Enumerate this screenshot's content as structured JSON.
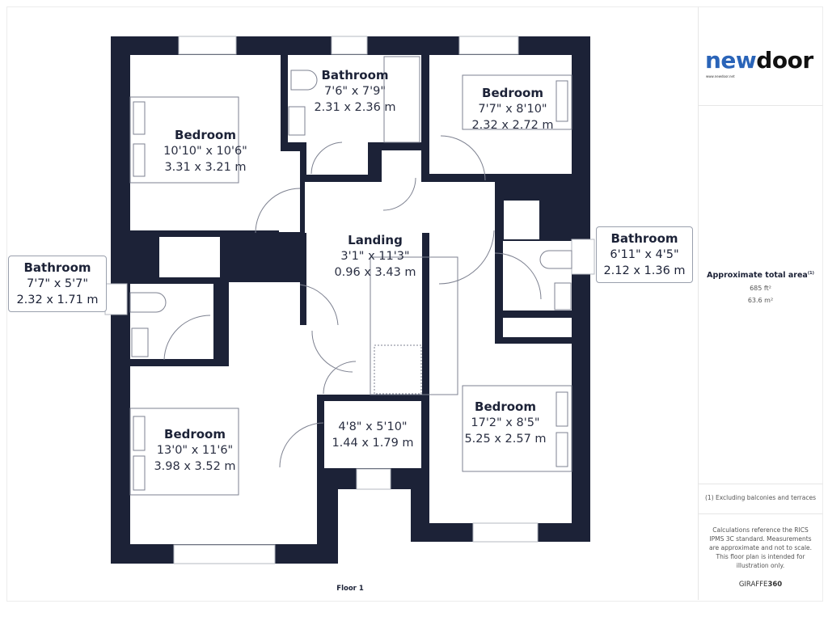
{
  "colors": {
    "wall": "#1c2237",
    "logo_accent": "#2a64b8",
    "logo_dark": "#111111"
  },
  "floor_label": "Floor 1",
  "rooms": {
    "bedroom_tl": {
      "name": "Bedroom",
      "imperial": "10'10\" x 10'6\"",
      "metric": "3.31 x 3.21 m"
    },
    "bathroom_top": {
      "name": "Bathroom",
      "imperial": "7'6\" x 7'9\"",
      "metric": "2.31 x 2.36 m"
    },
    "bedroom_tr": {
      "name": "Bedroom",
      "imperial": "7'7\" x 8'10\"",
      "metric": "2.32 x 2.72 m"
    },
    "landing": {
      "name": "Landing",
      "imperial": "3'1\" x 11'3\"",
      "metric": "0.96 x 3.43 m"
    },
    "bathroom_left": {
      "name": "Bathroom",
      "imperial": "7'7\" x 5'7\"",
      "metric": "2.32 x 1.71 m"
    },
    "bathroom_right": {
      "name": "Bathroom",
      "imperial": "6'11\" x 4'5\"",
      "metric": "2.12 x 1.36 m"
    },
    "bedroom_bl": {
      "name": "Bedroom",
      "imperial": "13'0\" x 11'6\"",
      "metric": "3.98 x 3.52 m"
    },
    "bedroom_br": {
      "name": "Bedroom",
      "imperial": "17'2\" x 8'5\"",
      "metric": "5.25 x 2.57 m"
    },
    "small_room": {
      "imperial": "4'8\" x 5'10\"",
      "metric": "1.44 x 1.79 m"
    }
  },
  "sidebar": {
    "logo": {
      "part1": "new",
      "part2": "door",
      "tagline": "www.newdoor.net"
    },
    "area_title": "Approximate total area",
    "area_footnote_mark": "(1)",
    "area_ft": "685 ft²",
    "area_m": "63.6 m²",
    "footnote": "(1) Excluding balconies and terraces",
    "disclaimer": "Calculations reference the RICS IPMS 3C standard. Measurements are approximate and not to scale. This floor plan is intended for illustration only.",
    "brand_a": "GIRAFFE",
    "brand_b": "360"
  }
}
